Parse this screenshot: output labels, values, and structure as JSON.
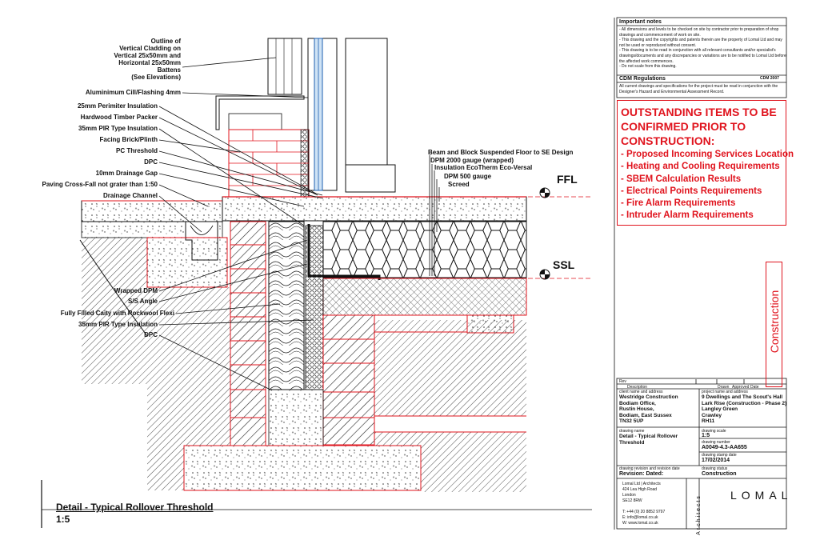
{
  "drawing": {
    "title": "Detail - Typical Rollover Threshold",
    "scale": "1:5",
    "levels": {
      "ffl": "FFL",
      "ssl": "SSL"
    },
    "labels_left": [
      "Outline of\nVertical Cladding on\nVertical 25x50mm and\nHorizontal 25x50mm\nBattens\n(See Elevations)",
      "Aluminimum Cill/Flashing 4mm",
      "25mm Perimiter Insulation",
      "Hardwood Timber Packer",
      "35mm PIR Type Insulation",
      "Facing Brick/Plinth",
      "PC Threshold",
      "DPC",
      "10mm Drainage Gap",
      "Paving Cross-Fall not grater than 1:50",
      "Drainage Channel",
      "Wrapped DPM",
      "S/S Angle",
      "Fully Filled Caity with Rockwool Flexi",
      "35mm PIR Type Insulation",
      "DPC"
    ],
    "labels_right": [
      "Beam and Block Suspended Floor to SE Design",
      "DPM 2000 gauge (wrapped)",
      "Insulation EcoTherm Eco-Versal",
      "DPM 500 gauge",
      "Screed"
    ]
  },
  "notes": {
    "important_title": "Important notes",
    "important_text": "- All dimensions and levels to be checked on site by contractor prior to preparation of shop drawings and commencement of work on site.\n- This drawing and the copyrights and patents therein are the property of Lomal Ltd and may not be used or reproduced without consent.\n- This drawing is to be read in conjunction with all relevant consultants and/or specialist's drawings/documents and any discrepancies or variations are to be notified to Lomal Ltd before the affected work commences.\n- Do not scale from this drawing.",
    "cdm_title": "CDM Regulations",
    "cdm_year": "CDM 2007",
    "cdm_text": "All current drawings and specifications for the project must be read in conjunction with the Designer's Hazard and Environmental Assessment Record."
  },
  "outstanding": {
    "title": "OUTSTANDING ITEMS TO BE CONFIRMED PRIOR TO CONSTRUCTION:",
    "items": [
      "- Proposed Incoming Services Location",
      "- Heating and Cooling Requirements",
      "- SBEM Calculation Results",
      "- Electrical Points Requirements",
      "- Fire Alarm Requirements",
      "- Intruder Alarm Requirements"
    ]
  },
  "stamp": "Construction",
  "title_block": {
    "rev_headers": {
      "rev": "Rev",
      "description": "Description",
      "drawn": "Drawn",
      "approved": "Approved",
      "date": "Date"
    },
    "client_label": "client name and address",
    "client": "Westridge Construction\nBodiam Office,\nRustin House,\nBodiam, East Sussex\nTN32 5UP",
    "project_label": "project name and address",
    "project": "9 Dwellings and The Scout's Hall\nLark Rise (Construction - Phase 2)\nLangley Green\nCrawley\nRH11",
    "drawing_label": "drawing name",
    "drawing_name": "Detail - Typical Rollover\nThreshold",
    "scale_label": "drawing scale",
    "scale": "1:5",
    "number_label": "drawing number",
    "number": "A0049-4.3-AA655",
    "stamp_label": "drawing stamp date",
    "stamp_date": "17/02/2014",
    "status_label": "drawing status",
    "status": "Construction",
    "revision_label": "drawing revision and revision date",
    "revision": "Revision:     Dated:",
    "company": "Lomal Ltd | Architects\n424 Lea High Road\nLondon\nSE12 8RW",
    "contact": "T: +44 (0) 20 8852 9797\nE: info@lomal.co.uk\nW: www.lomal.co.uk",
    "archi": "Architects",
    "logo": "LOMAL"
  }
}
